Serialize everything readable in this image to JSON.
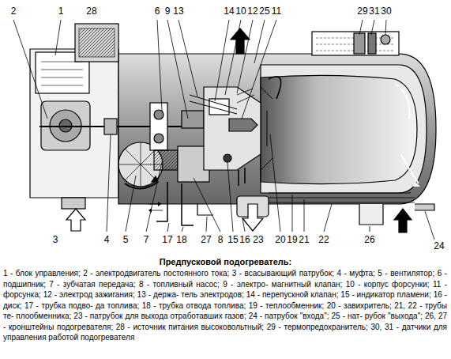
{
  "diagram": {
    "title": "Предпусковой подогреватель:",
    "caption": "1 - блок управления; 2 - электродвигатель постоянного тока; 3 - всасывающий патрубок; 4 - муфта; 5 - вентилятор; 6 - подшипник; 7 - зубчатая передача; 8 - топливный насос; 9 - электро- магнитный клапан; 10 - корпус форсунки; 11 - форсунка; 12 - электрод зажигания; 13 - держа- тель электродов; 14 - перепускной клапан; 15 - индикатор пламени; 16 - диск; 17 - трубка подво- да топлива; 18 - трубка отвода топлива; 19 - теплообменник; 20 - завихритель; 21, 22 - трубы те- плообменника; 23 - патрубок для выхода отработавших газов; 24 - патрубок \"входа\"; 25 - нат- рубок \"выхода\"; 26, 27 - кронштейны подогревателя; 28 - источник питания высоковольтный; 29 - термопредохранитель; 30, 31 - датчики для управления работой подогревателя",
    "labels": [
      "2",
      "1",
      "28",
      "6",
      "9",
      "13",
      "14",
      "10",
      "12",
      "25",
      "11",
      "29",
      "31",
      "30",
      "3",
      "4",
      "5",
      "7",
      "17",
      "18",
      "27",
      "8",
      "15",
      "16",
      "23",
      "20",
      "19",
      "21",
      "22",
      "26",
      "24"
    ]
  }
}
